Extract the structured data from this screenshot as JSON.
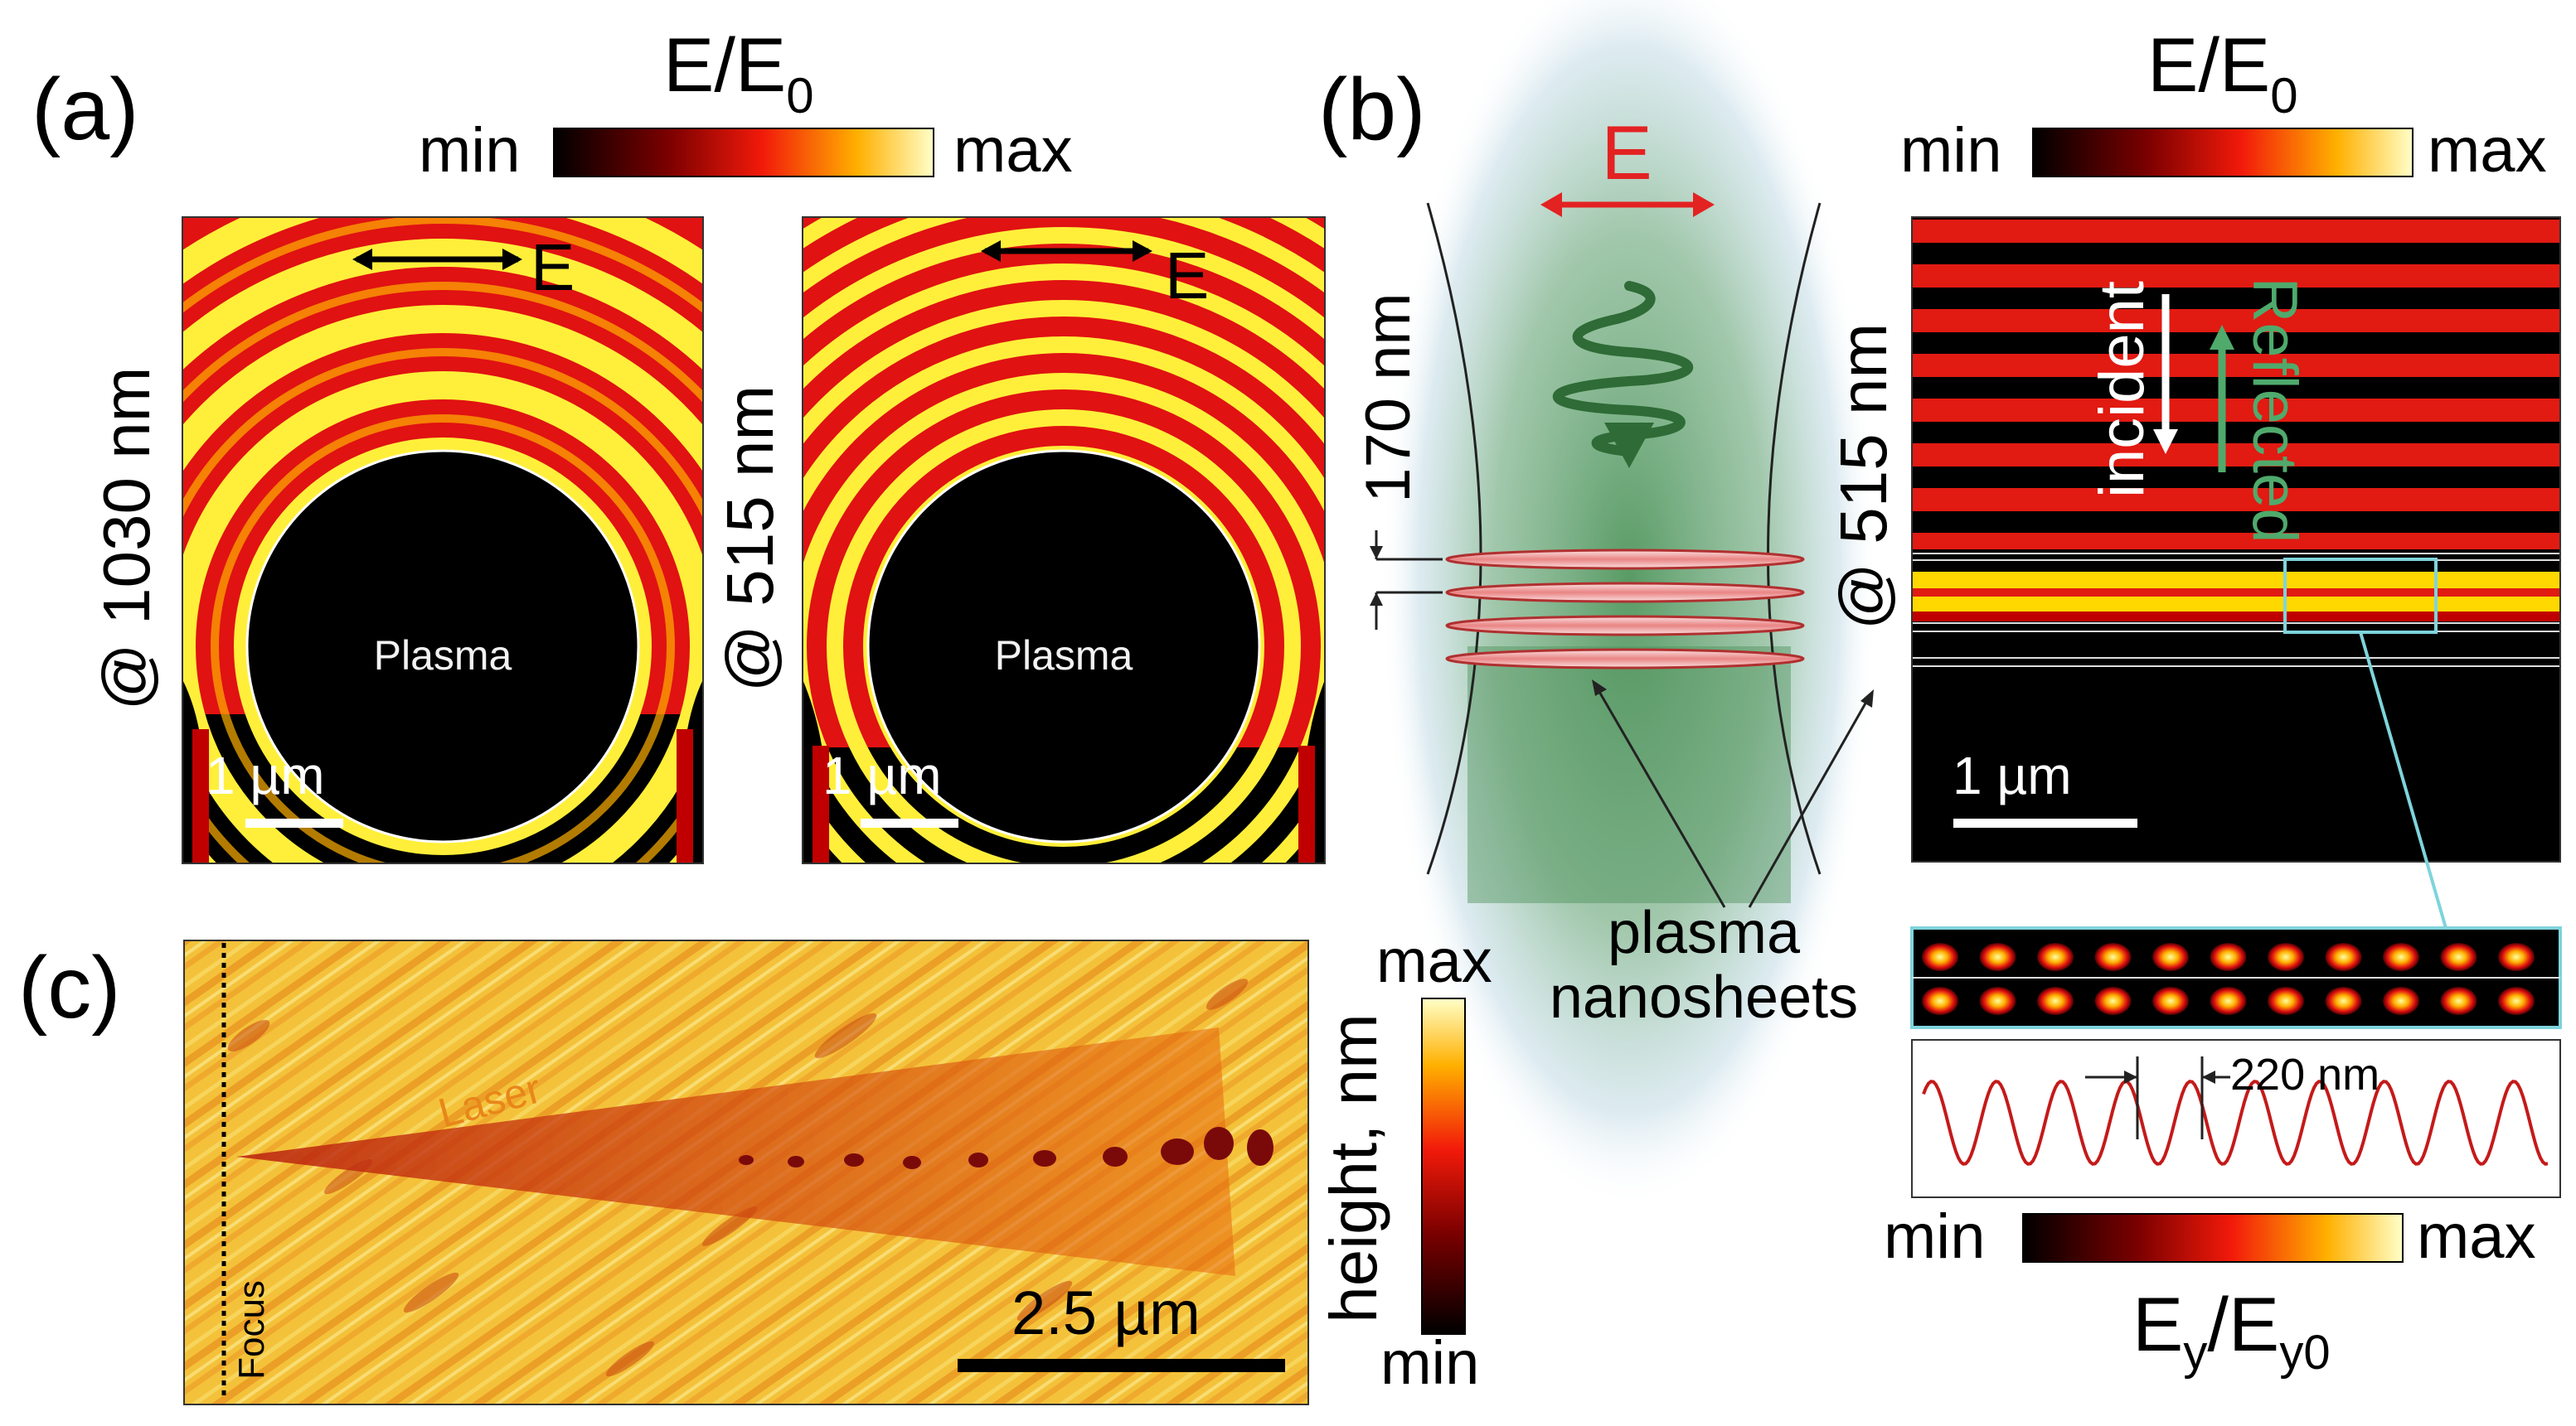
{
  "panel_a": {
    "label": "(a)",
    "colorbar": {
      "title": "E/E",
      "title_sub": "0",
      "min": "min",
      "max": "max"
    },
    "left": {
      "wavelength": "@ 1030 nm",
      "field": "E",
      "center": "Plasma",
      "scale": "1 µm"
    },
    "right": {
      "wavelength": "@ 515 nm",
      "field": "E",
      "center": "Plasma",
      "scale": "1 µm"
    }
  },
  "panel_b": {
    "label": "(b)",
    "field": "E",
    "spacing": "170 nm",
    "nanosheets": [
      "plasma",
      "nanosheets"
    ],
    "colorbar": {
      "title": "E/E",
      "title_sub": "0",
      "min": "min",
      "max": "max"
    },
    "map": {
      "wavelength": "@ 515 nm",
      "incident": "incident",
      "reflected": "Reflected",
      "scale": "1 µm"
    },
    "inset": {
      "period": "220 nm",
      "colorbar": {
        "min": "min",
        "max": "max",
        "title_main": "E",
        "title_sub1": "y",
        "title_mid": "/E",
        "title_sub2": "y0"
      }
    }
  },
  "panel_c": {
    "label": "(c)",
    "laser": "Laser",
    "focus": "Focus",
    "scale": "2.5 µm",
    "colorbar": {
      "max": "max",
      "min": "min",
      "title": "height, nm"
    }
  },
  "colors": {
    "hot_red": "#d90a0a",
    "hot_yellow": "#ffff80",
    "green": "#2e6b36",
    "cyan": "#7fd4dc",
    "red": "#e32222"
  }
}
